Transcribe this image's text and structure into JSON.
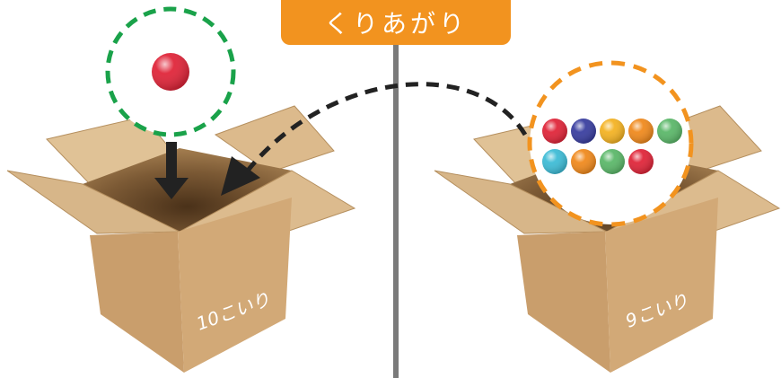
{
  "title": "くりあがり",
  "left_box": {
    "label": "10こいり",
    "ball_count": 1
  },
  "right_box": {
    "label": "9こいり",
    "balls_row1": [
      "#e0263a",
      "#3a3fa0",
      "#f4b324",
      "#f08a1e",
      "#5cb86a"
    ],
    "balls_row2": [
      "#3fbcd6",
      "#f08a1e",
      "#5cb86a",
      "#e0263a"
    ]
  },
  "colors": {
    "banner": "#f2931f",
    "left_circle_dash": "#1aa24a",
    "right_circle_dash": "#f2931f",
    "divider": "#7a7a7a",
    "box_light": "#d9b588",
    "box_mid": "#c99e6c",
    "box_dark": "#9c7446"
  }
}
